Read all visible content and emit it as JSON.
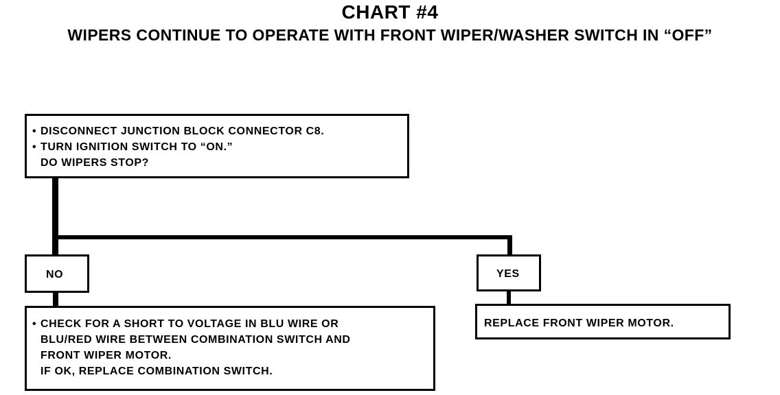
{
  "header": {
    "title": "CHART #4",
    "subtitle": "WIPERS CONTINUE TO OPERATE WITH FRONT WIPER/WASHER SWITCH IN “OFF”"
  },
  "start_box": {
    "bullet_1": "DISCONNECT JUNCTION BLOCK CONNECTOR C8.",
    "bullet_2": "TURN IGNITION SWITCH TO “ON.”",
    "question": "DO WIPERS STOP?"
  },
  "no_branch": {
    "label": "NO",
    "result_line_1": "CHECK FOR A SHORT TO VOLTAGE IN BLU WIRE OR",
    "result_line_2": "BLU/RED WIRE BETWEEN COMBINATION SWITCH AND",
    "result_line_3": "FRONT WIPER MOTOR.",
    "result_line_4": "IF OK, REPLACE COMBINATION SWITCH."
  },
  "yes_branch": {
    "label": "YES",
    "result": "REPLACE FRONT WIPER MOTOR."
  },
  "bullet_symbol": "•"
}
